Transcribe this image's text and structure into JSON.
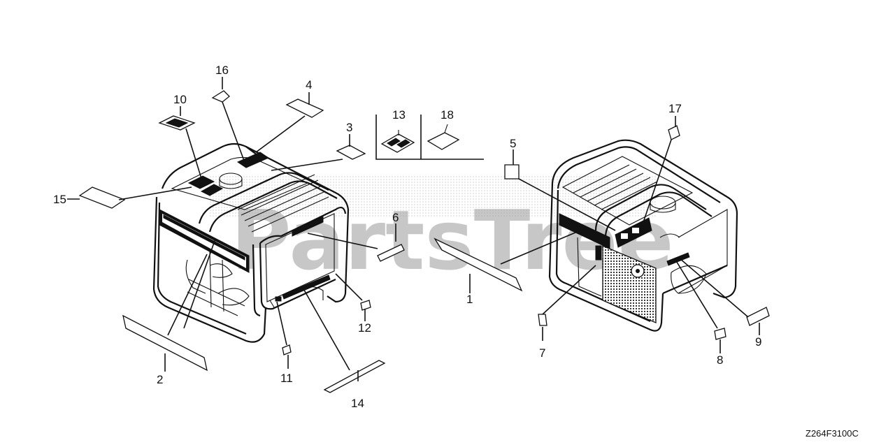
{
  "diagram": {
    "drawing_code": "Z264F3100C",
    "callouts": {
      "c1": "1",
      "c2": "2",
      "c3": "3",
      "c4": "4",
      "c5": "5",
      "c6": "6",
      "c7": "7",
      "c8": "8",
      "c9": "9",
      "c10": "10",
      "c11": "11",
      "c12": "12",
      "c13": "13",
      "c14": "14",
      "c15": "15",
      "c16": "16",
      "c17": "17",
      "c18": "18"
    },
    "watermark": {
      "brand_text": "PartsTree",
      "color": "#9a9a9a"
    }
  }
}
